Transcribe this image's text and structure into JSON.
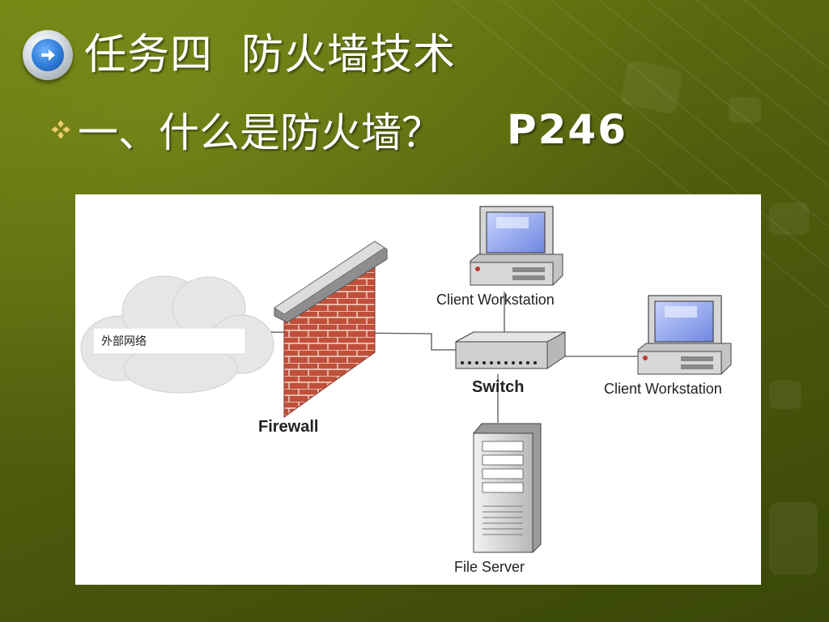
{
  "slide": {
    "title": "任务四  防火墙技术",
    "subtitle": "一、什么是防火墙？",
    "page_ref": "P246",
    "accent_color": "#6f7f12",
    "title_icon": "arrow-right-circle-icon",
    "bullet_icon": "four-diamond-bullet-icon"
  },
  "diagram": {
    "cloud_label": "外部网络",
    "firewall_label": "Firewall",
    "switch_label": "Switch",
    "workstation_top_label": "Client Workstation",
    "workstation_right_label": "Client Workstation",
    "server_label": "File Server"
  }
}
